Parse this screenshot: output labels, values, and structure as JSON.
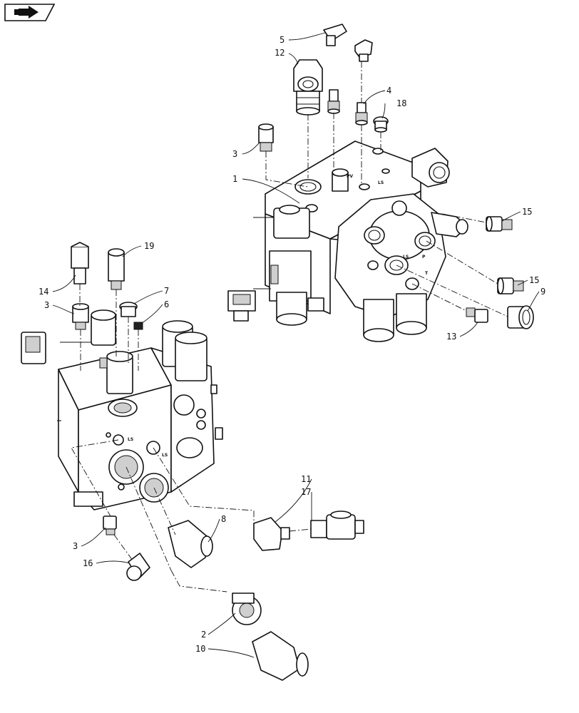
{
  "nav_icon": "next-page-arrow-icon",
  "callouts": {
    "c1": "1",
    "c2": "2",
    "c3a": "3",
    "c3b": "3",
    "c3c": "3",
    "c4": "4",
    "c5": "5",
    "c6": "6",
    "c7": "7",
    "c8": "8",
    "c9": "9",
    "c10": "10",
    "c11": "11",
    "c12": "12",
    "c13": "13",
    "c14": "14",
    "c15a": "15",
    "c15b": "15",
    "c16": "16",
    "c17": "17",
    "c18": "18",
    "c19": "19"
  },
  "port_labels": {
    "ls_top": "LS",
    "p_top": "P",
    "t_top": "T",
    "ls_front": "LS",
    "ls_left": "LS",
    "pv_top": "PV",
    "lss_top": "LS"
  }
}
